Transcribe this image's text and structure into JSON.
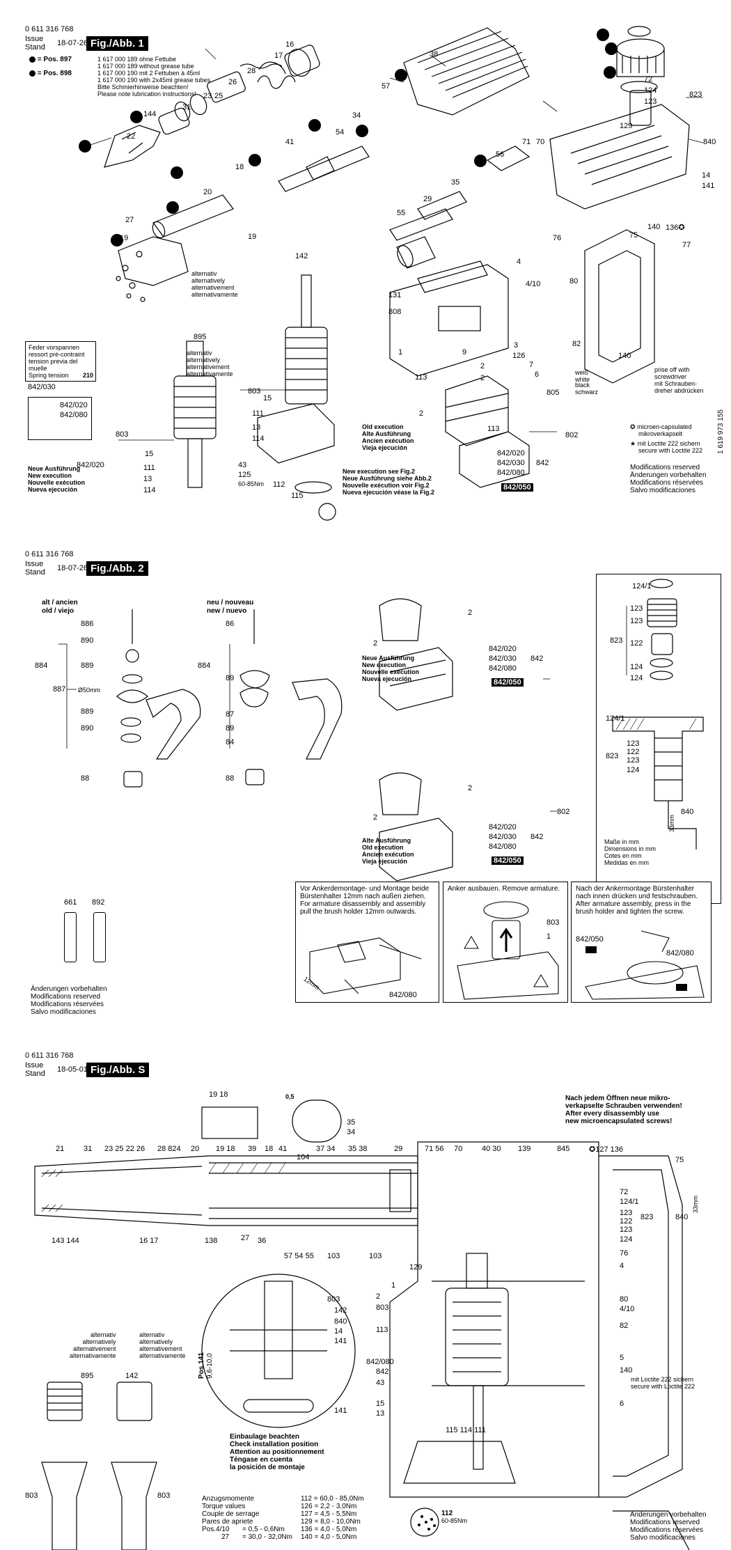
{
  "sheet1": {
    "doc_number": "0 611 316 768",
    "issue_label": "Issue",
    "stand_label": "Stand",
    "date": "18-07-26",
    "fig_title": "Fig./Abb. 1",
    "pos897_label": "= Pos. 897",
    "pos898_label": "= Pos. 898",
    "legend_lines": [
      "1 617 000 189 ohne Fettube",
      "1 617 000 189 without grease tube",
      "1 617 000 190 mit 2 Fettuben à 45ml",
      "1 617 000 190 with 2x45ml grease tubes",
      "Bitte Schmierhinweise beachten!",
      "Please note lubrication instructions!"
    ],
    "spring_note": [
      "Feder vorspannen",
      "ressort pré-contraint",
      "tension previa del muelle",
      "Spring tension"
    ],
    "spring_value": "210",
    "alt_142": [
      "alternativ",
      "alternatively",
      "alternativement",
      "alternativamente"
    ],
    "alt_895": [
      "alternativ",
      "alternatively",
      "alternativement",
      "alternativamente"
    ],
    "new_exec": [
      "Neue Ausführung",
      "New execution",
      "Nouvelle exécution",
      "Nueva ejecución"
    ],
    "old_exec": [
      "Old execution",
      "Alte Ausführung",
      "Ancien exécution",
      "Vieja ejecución"
    ],
    "new_see": [
      "New execution see Fig.2",
      "Neue Ausführung siehe Abb.2",
      "Nouvelle exécution voir Fig.2",
      "Nueva ejecución véase la Fig.2"
    ],
    "prise_off": [
      "prise off with",
      "screwdriver",
      "mit Schrauben-",
      "dreher abdrücken"
    ],
    "legend_micro": [
      "microen-capsulated",
      "mikroverkapselt"
    ],
    "legend_loctite": [
      "mit Loctite 222 sichern",
      "secure with Loctite 222"
    ],
    "modifications": [
      "Modifications reserved",
      "Änderungen vorbehalten",
      "Modifications réservées",
      "Salvo modificaciones"
    ],
    "side_code": "1 619 973 155",
    "torque_note": "60-85Nm",
    "weiss": [
      "weiß",
      "white"
    ],
    "schwarz": [
      "black",
      "schwarz"
    ]
  },
  "sheet2": {
    "doc_number": "0 611 316 768",
    "issue_label": "Issue",
    "stand_label": "Stand",
    "date": "18-07-26",
    "fig_title": "Fig./Abb. 2",
    "alt_ancien": "alt / ancien",
    "old_viejo": "old / viejo",
    "neu_nouveau": "neu / nouveau",
    "new_nuevo": "new / nuevo",
    "dia_note": "Ø50mm",
    "new_exec": [
      "Neue Ausführung",
      "New execution",
      "Nouvelle exécution",
      "Nueva ejecución"
    ],
    "old_exec": [
      "Alte Ausführung",
      "Old execution",
      "Ancien exécution",
      "Vieja ejecución"
    ],
    "dims": [
      "Maße in mm",
      "Dimensions in mm",
      "Cotes en mm",
      "Medidas en mm"
    ],
    "dim_33": "33mm",
    "modifications": [
      "Änderungen vorbehalten",
      "Modifications reserved",
      "Modifications réservées",
      "Salvo modificaciones"
    ],
    "box1_text": [
      "Vor Ankerdemontage- und Montage beide",
      "Bürstenhalter 12mm nach außen ziehen.",
      "For armature disassembly and assembly",
      "pull the brush holder 12mm outwards."
    ],
    "box2_text": [
      "Anker ausbauen. Remove armature."
    ],
    "box3_text": [
      "Nach der Ankermontage Bürstenhalter",
      "nach innen drücken und festschrauben.",
      "After armature assembly, press in the",
      "brush holder and tighten the screw."
    ],
    "dim_12": "12mm"
  },
  "sheet3": {
    "doc_number": "0 611 316 768",
    "issue_label": "Issue",
    "stand_label": "Stand",
    "date": "18-05-01",
    "fig_title": "Fig./Abb. S",
    "gap": "0,5",
    "micro_note": [
      "Nach jedem Öffnen neue mikro-",
      "verkapselte Schrauben verwenden!",
      "After every disassembly use",
      "new microencapsulated screws!"
    ],
    "install_note": [
      "Einbaulage beachten",
      "Check installation position",
      "Attention au positionnement",
      "Téngase en cuenta",
      "la posición de montaje"
    ],
    "pos141": "Pos.141",
    "pos141_val": "9,6-10,0",
    "loctite": [
      "mit Loctite 222 sichern",
      "secure with Loctite 222"
    ],
    "torque_header": [
      "Anzugsmomente",
      "Torque values",
      "Couple de serrage",
      "Pares de apriete",
      "Pos.4/10",
      "27"
    ],
    "torque_values": [
      "112  = 60,0 - 85,0Nm",
      "126  =  2,2 -  3,0Nm",
      "127  =  4,5 -  5,5Nm",
      "129  =  8,0 - 10,0Nm",
      "136  =  4,0 -  5,0Nm",
      "140  =  4,0 -  5,0Nm"
    ],
    "torque_left_vals": [
      "= 0,5 - 0,6Nm",
      "= 30,0 - 32,0Nm"
    ],
    "torque_112": [
      "112",
      "60-85Nm"
    ],
    "alt_895": [
      "alternativ",
      "alternatively",
      "alternativement",
      "alternativamente"
    ],
    "alt_142": [
      "alternativ",
      "alternatively",
      "alternativement",
      "alternativamente"
    ],
    "modifications": [
      "Änderungen vorbehalten",
      "Modifications reserved",
      "Modifications réservées",
      "Salvo modificaciones"
    ],
    "dim_33": "33mm"
  }
}
